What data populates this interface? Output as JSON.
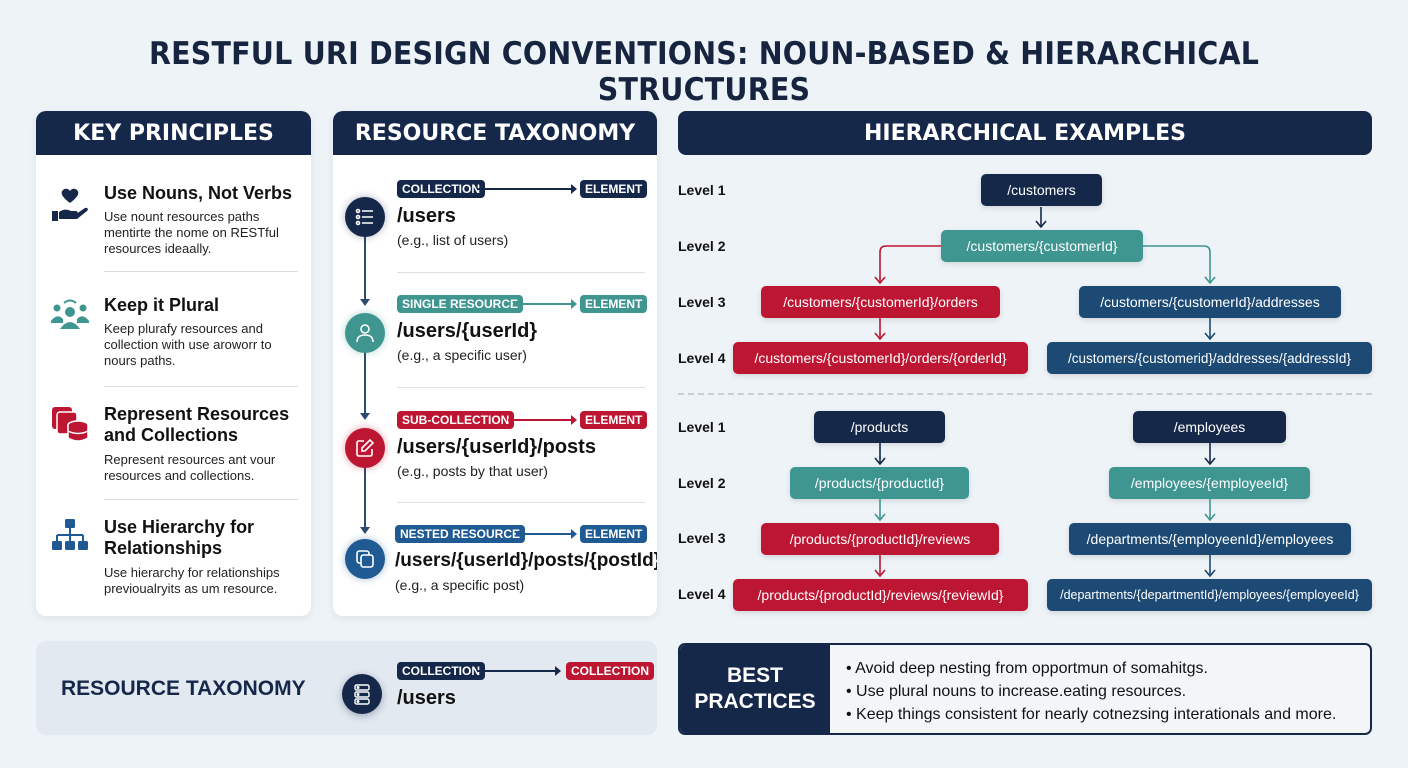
{
  "title": "RESTFUL URI DESIGN CONVENTIONS: NOUN-BASED & HIERARCHICAL STRUCTURES",
  "key_principles": {
    "header": "KEY PRINCIPLES",
    "items": [
      {
        "icon": "heart-hand-icon",
        "title": "Use Nouns, Not Verbs",
        "desc": "Use nount resources paths mentirte the nome on RESTful resources ideaally."
      },
      {
        "icon": "group-people-icon",
        "title": "Keep it Plural",
        "desc": "Keep plurafy resources and collection with use aroworr to nours paths."
      },
      {
        "icon": "database-stack-icon",
        "title": "Represent Resources and Collections",
        "desc": "Represent resources ant vour resources and collections."
      },
      {
        "icon": "hierarchy-icon",
        "title": "Use Hierarchy for Relationships",
        "desc": "Use hierarchy for relationships previoualryits as um resource."
      }
    ]
  },
  "resource_taxonomy": {
    "header": "RESOURCE TAXONOMY",
    "items": [
      {
        "icon": "list-icon",
        "tag": "COLLECTION",
        "target": "ELEMENT",
        "path": "/users",
        "example": "(e.g., list of users)",
        "color": "#15284a"
      },
      {
        "icon": "user-icon",
        "tag": "SINGLE RESOURCE",
        "target": "ELEMENT",
        "path": "/users/{userId}",
        "example": "(e.g., a specific user)",
        "color": "#3f9590"
      },
      {
        "icon": "edit-icon",
        "tag": "SUB-COLLECTION",
        "target": "ELEMENT",
        "path": "/users/{userId}/posts",
        "example": "(e.g., posts by that user)",
        "color": "#bd1633"
      },
      {
        "icon": "copy-icon",
        "tag": "NESTED RESOURCE",
        "target": "ELEMENT",
        "path": "/users/{userId}/posts/{postId}",
        "example": "(e.g., a specific post)",
        "color": "#1f5a93"
      }
    ]
  },
  "bottom_taxonomy": {
    "label": "RESOURCE TAXONOMY",
    "icon": "server-icon",
    "tag": "COLLECTION",
    "target": "COLLECTION",
    "path": "/users"
  },
  "hierarchical_examples": {
    "header": "HIERARCHICAL EXAMPLES",
    "levels": [
      "Level 1",
      "Level 2",
      "Level 3",
      "Level 4"
    ],
    "tree1": {
      "level1": "/customers",
      "level2": "/customers/{customerId}",
      "left_level3": "/customers/{customerId}/orders",
      "left_level4": "/customers/{customerId}/orders/{orderId}",
      "right_level3": "/customers/{customerId}/addresses",
      "right_level4": "/customers/{customerid}/addresses/{addressId}"
    },
    "tree2": {
      "level1": "/products",
      "level2": "/products/{productId}",
      "level3": "/products/{productId}/reviews",
      "level4": "/products/{productId}/reviews/{reviewId}"
    },
    "tree3": {
      "level1": "/employees",
      "level2": "/employees/{employeeId}",
      "level3": "/departments/{employeenId}/employees",
      "level4": "/departments/{departmentId}/employees/{employeeId}"
    }
  },
  "best_practices": {
    "header_line1": "BEST",
    "header_line2": "PRACTICES",
    "items": [
      "• Avoid deep nesting from opportmun of somahitgs.",
      "• Use plural nouns to increase.eating resources.",
      "• Keep things consistent for nearly cotnezsing interationals and more."
    ]
  },
  "colors": {
    "navy": "#15284a",
    "teal": "#3f9590",
    "red": "#bd1633",
    "blue": "#1c4a74",
    "background": "#eef3f7"
  }
}
